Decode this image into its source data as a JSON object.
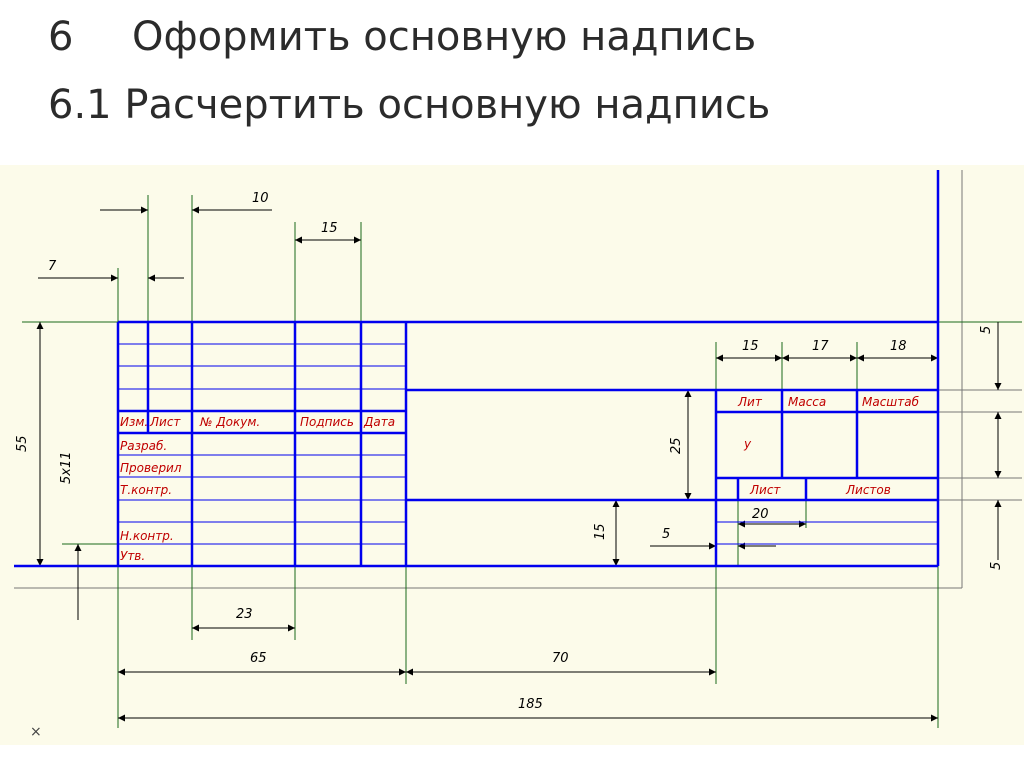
{
  "title": {
    "line1_number": "6",
    "line1_text": "Оформить  основную  надпись",
    "line2": "6.1 Расчертить  основную  надпись"
  },
  "dimensions": {
    "d10": "10",
    "d15a": "15",
    "d7": "7",
    "d55": "55",
    "d5x11": "5x11",
    "d23": "23",
    "d65": "65",
    "d70": "70",
    "d185": "185",
    "d25": "25",
    "d15b": "15",
    "d5a": "5",
    "d15c": "15",
    "d17": "17",
    "d18": "18",
    "d20": "20",
    "d5b": "5",
    "d5c": "5"
  },
  "labels": {
    "izm": "Изм.",
    "list": "Лист",
    "ndokum": "№ Докум.",
    "podpis": "Подпись",
    "data": "Дата",
    "razrab": "Разраб.",
    "proveril": "Проверил",
    "tkontr": "Т.контр.",
    "nkontr": "Н.контр.",
    "utv": "Утв.",
    "lit": "Лит",
    "massa": "Масса",
    "masshtab": "Масштаб",
    "u": "у",
    "list2": "Лист",
    "listov": "Листов"
  },
  "colors": {
    "frame": "#0000ee",
    "dimension_lines": "#1a6a1a",
    "labels": "#c00000",
    "paper": "#fcfbea",
    "title_text": "#2b2b2b"
  }
}
